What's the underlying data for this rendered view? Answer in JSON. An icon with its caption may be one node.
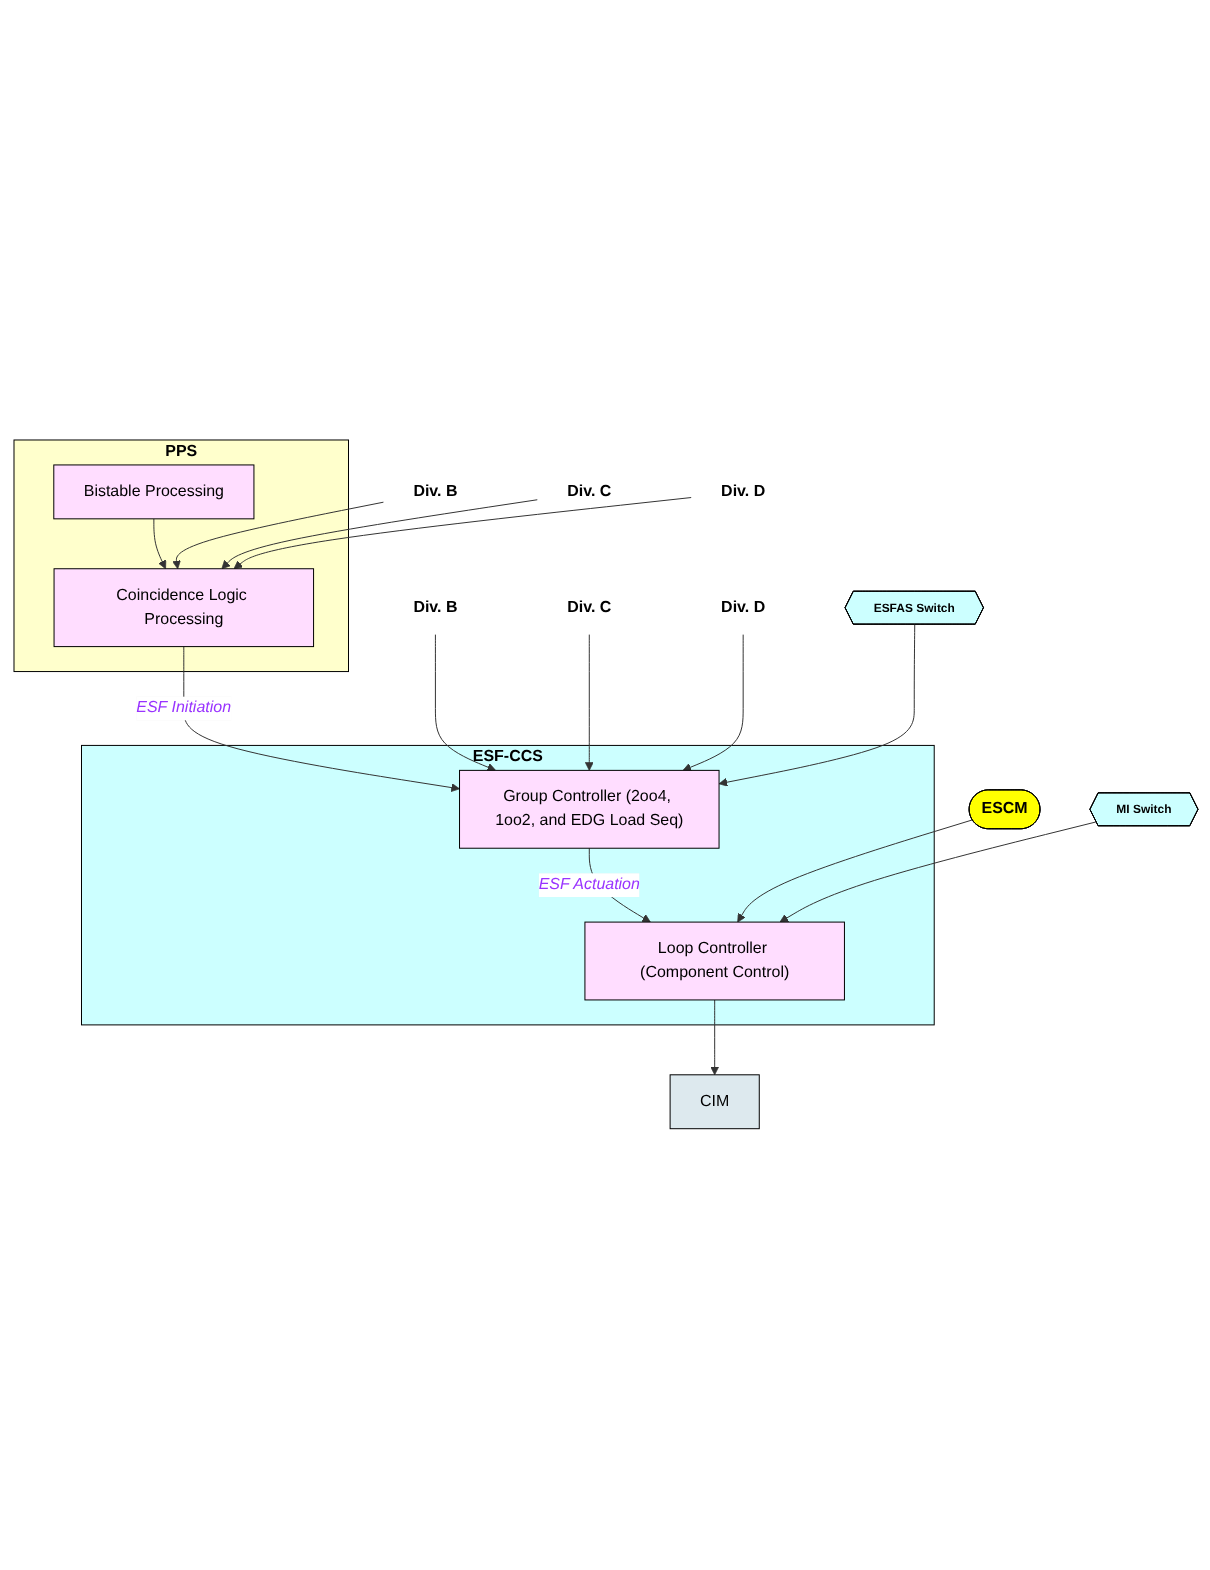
{
  "diagram": {
    "nodes": [
      {
        "text": [
          "PPS"
        ]
      },
      {
        "text": [
          "Bistable Processing"
        ],
        "in": 0
      },
      {
        "text": [
          "Coincidence Logic Processing"
        ],
        "in": 0
      },
      {
        "text": [
          "Div. B"
        ]
      },
      {
        "text": [
          "Div. C"
        ]
      },
      {
        "text": [
          "Div. D"
        ]
      },
      {
        "text": [
          "Div. B"
        ]
      },
      {
        "text": [
          "Div. C"
        ]
      },
      {
        "text": [
          "Div. D"
        ]
      },
      {
        "text": [
          "ESF-CCS"
        ]
      },
      {
        "text": [
          "Group Controller (2oo4, 1oo2, and EDG Load Seq)"
        ],
        "in": 9
      },
      {
        "text": [
          "Loop Controller (Component Control)"
        ],
        "in": 9
      },
      {
        "text": [
          "ESFAS Switch"
        ]
      },
      {
        "text": [
          "ESCM"
        ]
      },
      {
        "text": [
          "MI Switch"
        ]
      },
      {
        "text": [
          "CIM"
        ]
      }
    ],
    "edges": [
      {
        "from": 1,
        "to": 2,
        "arrow": "to"
      },
      {
        "from": 3,
        "to": 2,
        "arrow": "to"
      },
      {
        "from": 4,
        "to": 2,
        "arrow": "to"
      },
      {
        "from": 5,
        "to": 2,
        "arrow": "to"
      },
      {
        "from": 2,
        "to": 10,
        "arrow": "to",
        "label": "ESF Initiation"
      },
      {
        "from": 6,
        "to": 10,
        "arrow": "to"
      },
      {
        "from": 7,
        "to": 10,
        "arrow": "to"
      },
      {
        "from": 8,
        "to": 10,
        "arrow": "to"
      },
      {
        "from": 12,
        "to": 10,
        "arrow": "to"
      },
      {
        "from": 10,
        "to": 11,
        "arrow": "to",
        "label": "ESF Actuation"
      },
      {
        "from": 13,
        "to": 11,
        "arrow": "to"
      },
      {
        "from": 14,
        "to": 11,
        "arrow": "to"
      },
      {
        "from": 11,
        "to": 15,
        "arrow": "to"
      }
    ]
  }
}
